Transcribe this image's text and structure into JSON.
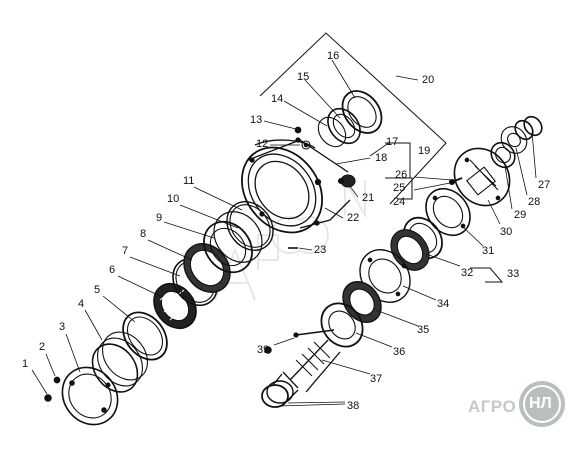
{
  "callouts": [
    "1",
    "2",
    "3",
    "4",
    "5",
    "6",
    "7",
    "8",
    "9",
    "10",
    "11",
    "12",
    "13",
    "14",
    "15",
    "16",
    "17",
    "18",
    "19",
    "20",
    "21",
    "22",
    "23",
    "24",
    "25",
    "26",
    "27",
    "28",
    "29",
    "30",
    "31",
    "32",
    "33",
    "34",
    "35",
    "36",
    "37",
    "38",
    "39"
  ],
  "watermark": {
    "text": "АГРО",
    "logo_text": "НЛ"
  },
  "colors": {
    "ink": "#111111",
    "watermark": "#c4c8c8",
    "logo_fill": "#b9bfbf"
  }
}
